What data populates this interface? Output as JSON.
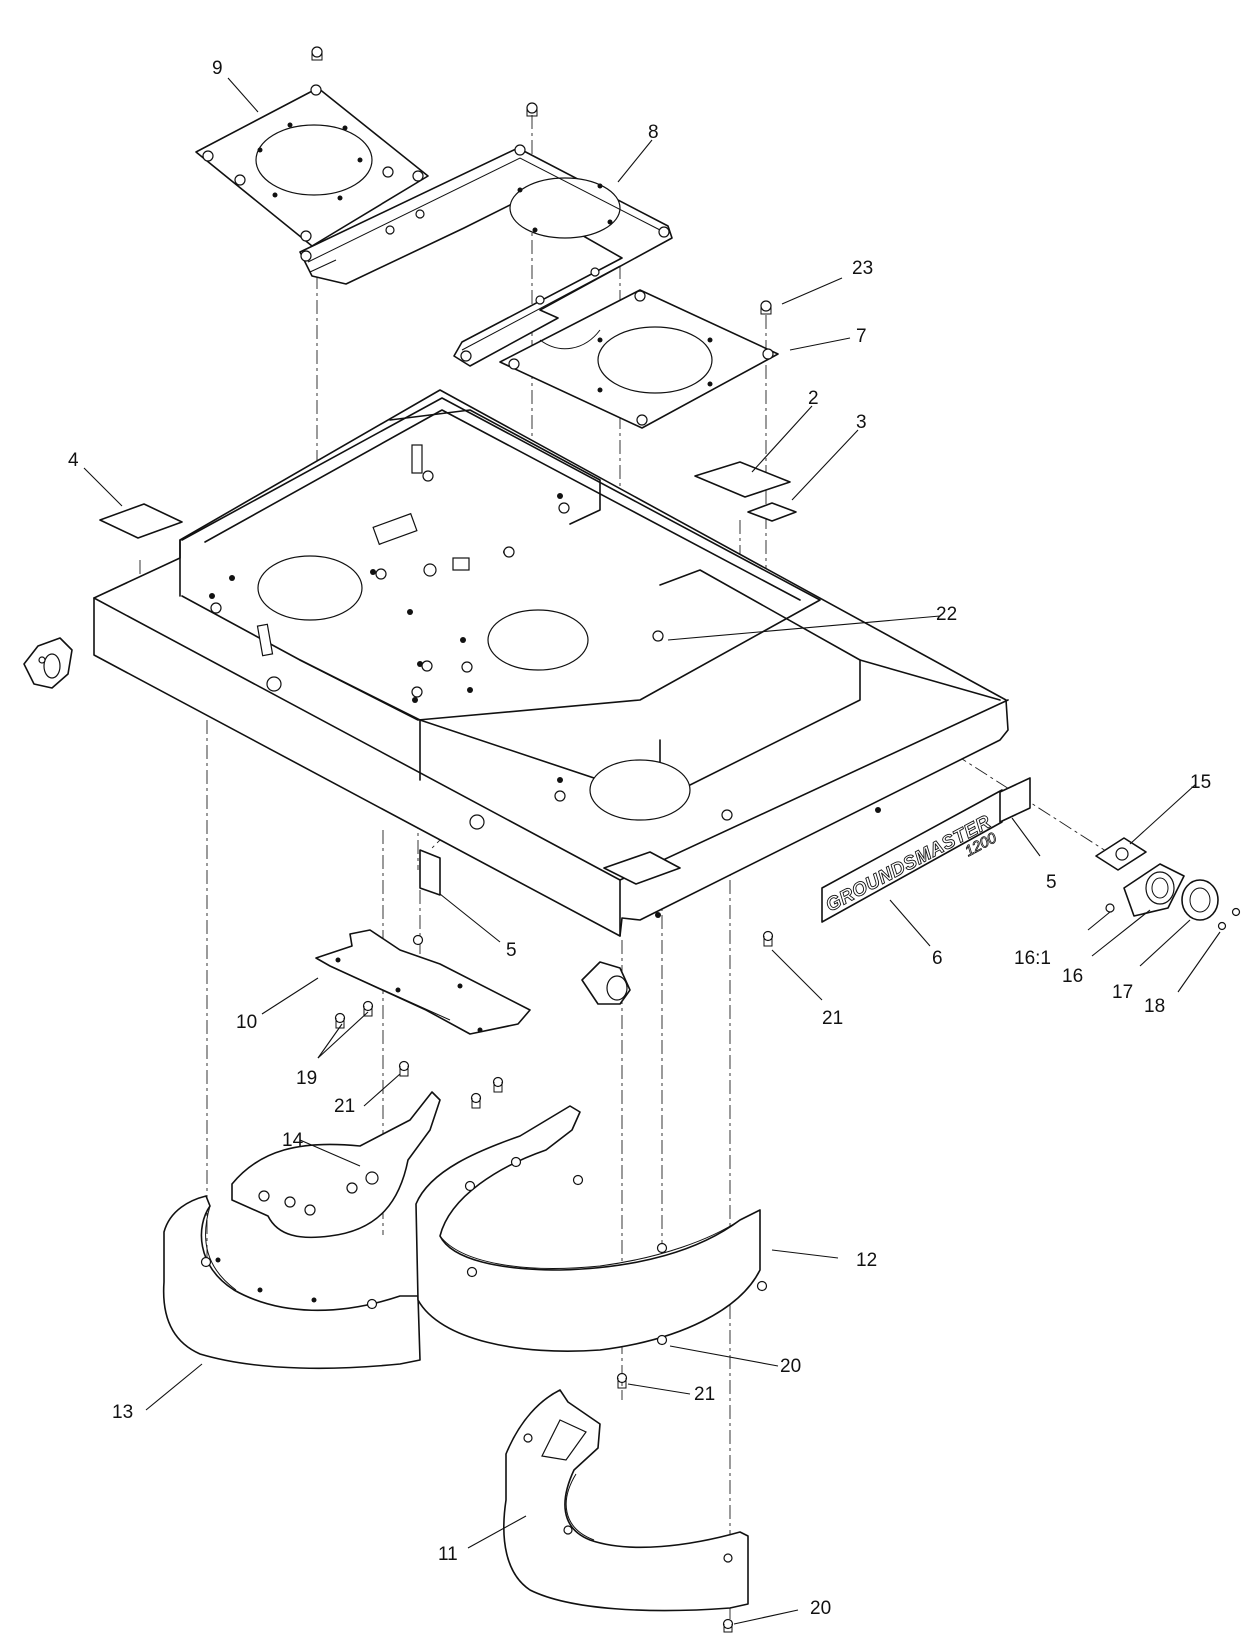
{
  "callouts": [
    {
      "id": "c9",
      "text": "9"
    },
    {
      "id": "c8",
      "text": "8"
    },
    {
      "id": "c23",
      "text": "23"
    },
    {
      "id": "c7",
      "text": "7"
    },
    {
      "id": "c2",
      "text": "2"
    },
    {
      "id": "c3",
      "text": "3"
    },
    {
      "id": "c4",
      "text": "4"
    },
    {
      "id": "c22",
      "text": "22"
    },
    {
      "id": "c15",
      "text": "15"
    },
    {
      "id": "c5a",
      "text": "5"
    },
    {
      "id": "c5b",
      "text": "5"
    },
    {
      "id": "c6",
      "text": "6"
    },
    {
      "id": "c16_1",
      "text": "16:1"
    },
    {
      "id": "c16",
      "text": "16"
    },
    {
      "id": "c17",
      "text": "17"
    },
    {
      "id": "c18",
      "text": "18"
    },
    {
      "id": "c21a",
      "text": "21"
    },
    {
      "id": "c10",
      "text": "10"
    },
    {
      "id": "c19",
      "text": "19"
    },
    {
      "id": "c21b",
      "text": "21"
    },
    {
      "id": "c14",
      "text": "14"
    },
    {
      "id": "c12",
      "text": "12"
    },
    {
      "id": "c20a",
      "text": "20"
    },
    {
      "id": "c21c",
      "text": "21"
    },
    {
      "id": "c13",
      "text": "13"
    },
    {
      "id": "c11",
      "text": "11"
    },
    {
      "id": "c20b",
      "text": "20"
    }
  ],
  "decal": {
    "brand": "GROUNDSMASTER",
    "model": "1200"
  }
}
